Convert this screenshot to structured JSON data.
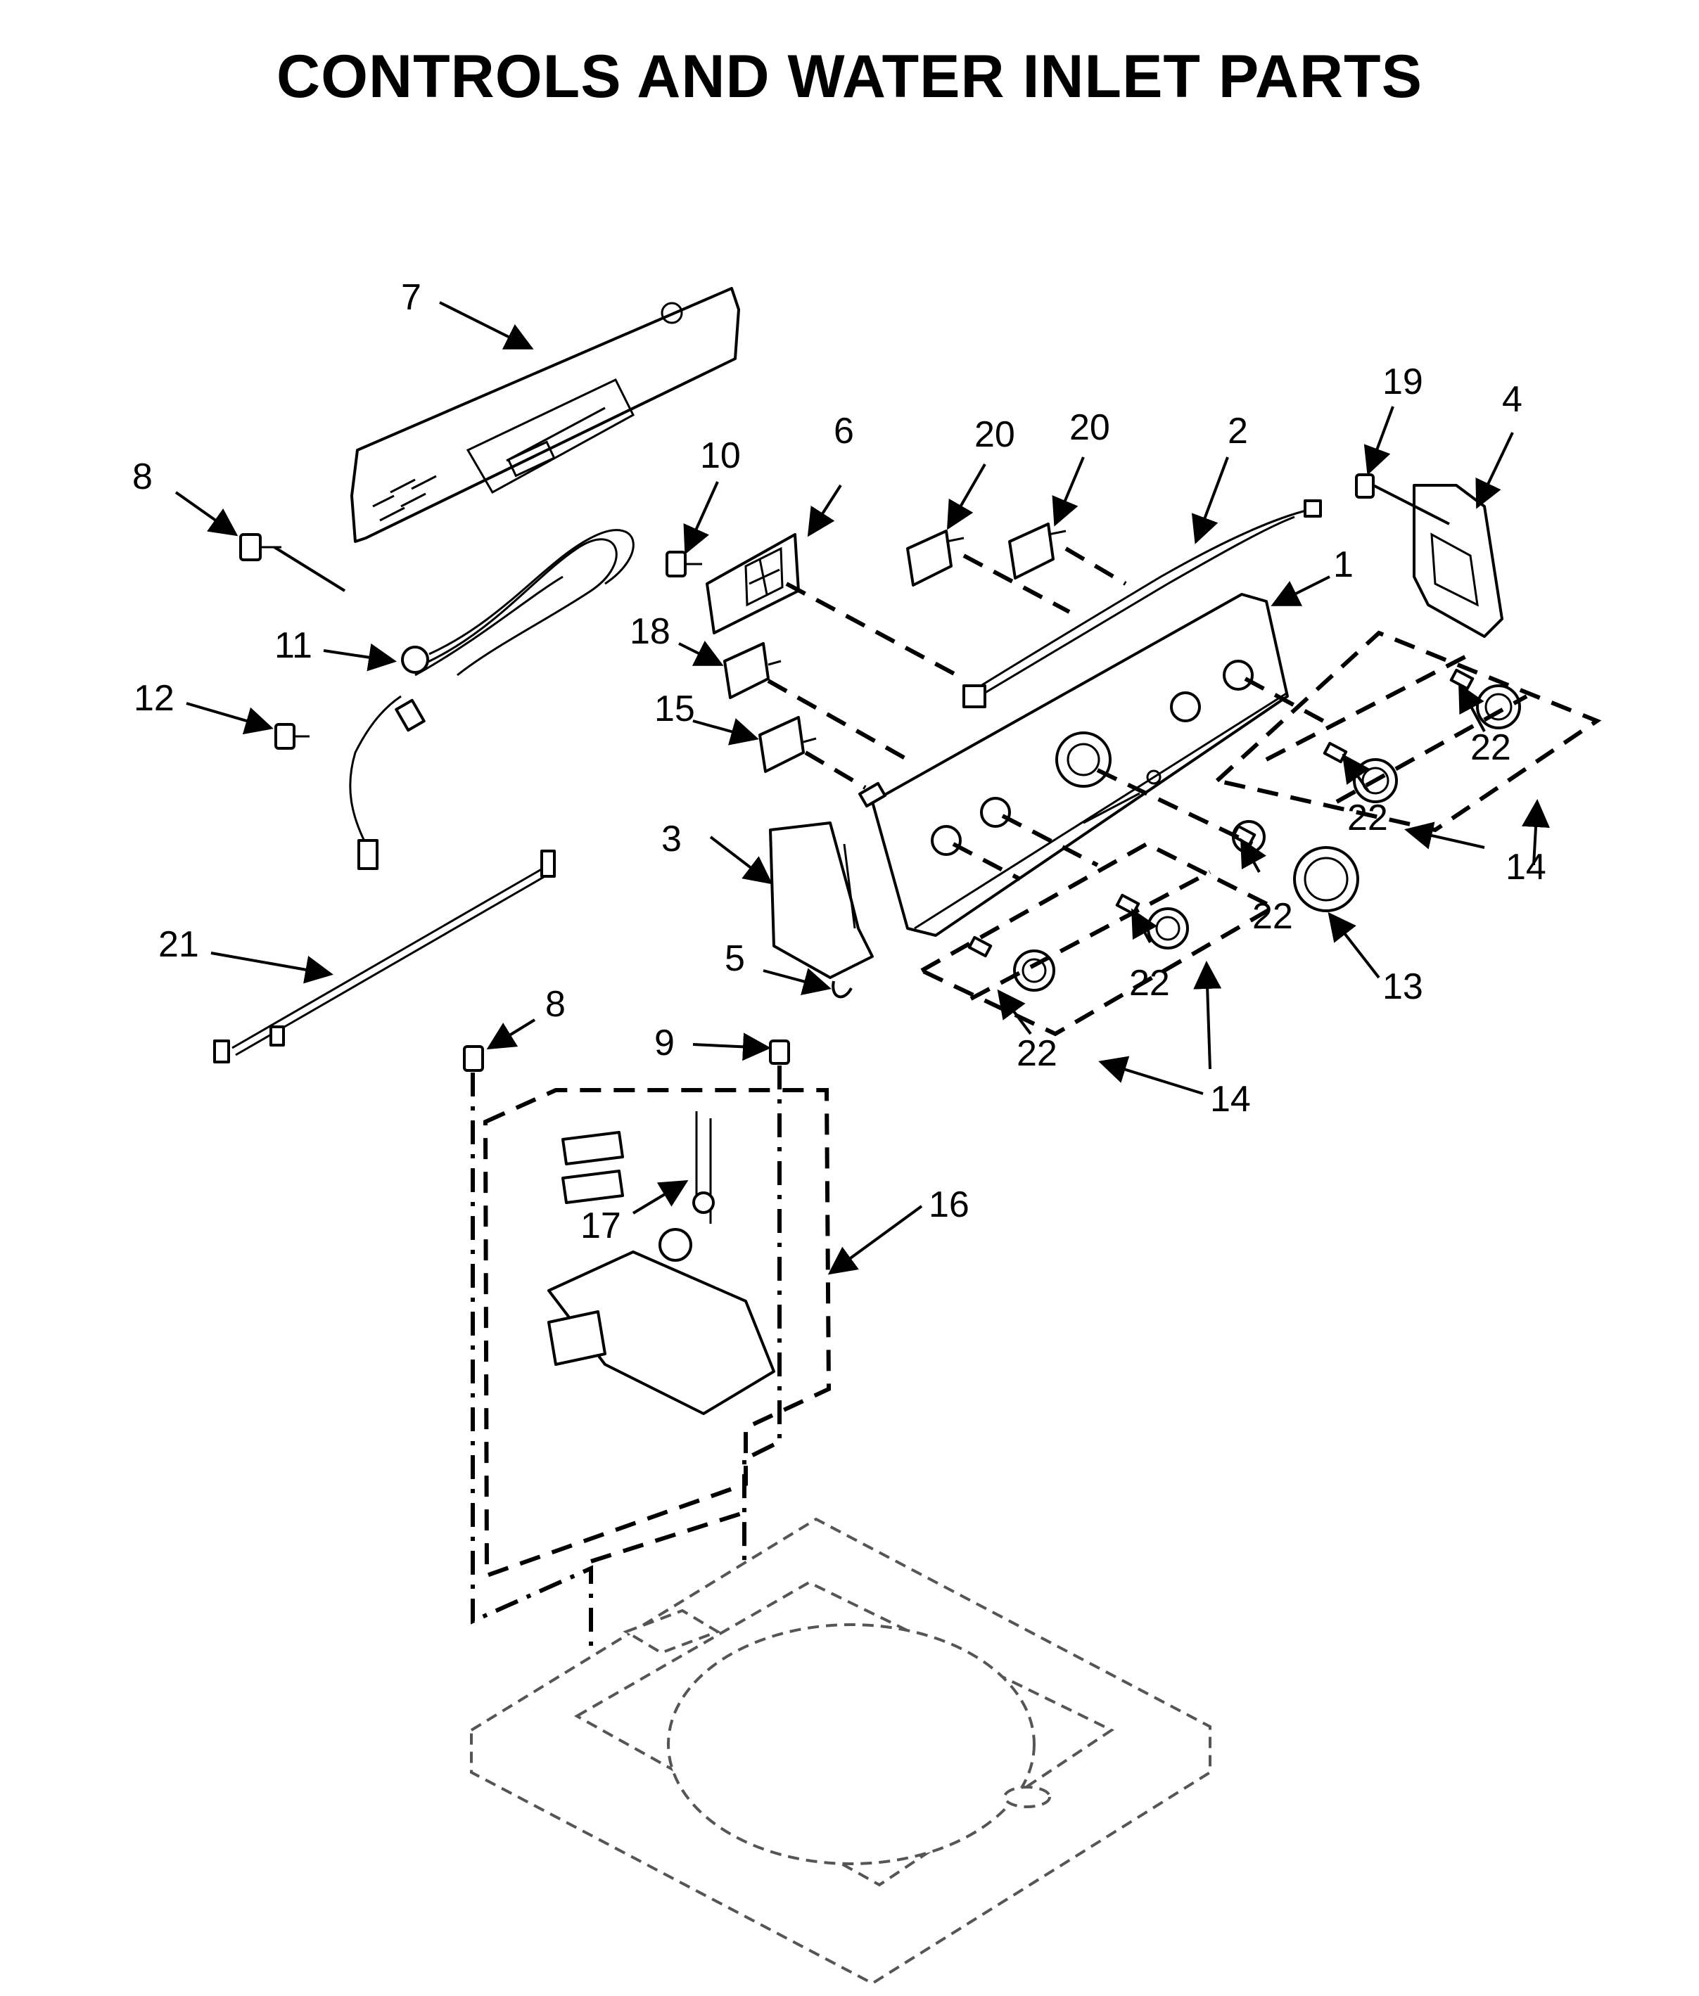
{
  "title": "CONTROLS AND WATER INLET PARTS",
  "callouts": {
    "c1": "1",
    "c2": "2",
    "c3": "3",
    "c4": "4",
    "c5": "5",
    "c6": "6",
    "c7": "7",
    "c8a": "8",
    "c8b": "8",
    "c9": "9",
    "c10": "10",
    "c11": "11",
    "c12": "12",
    "c13": "13",
    "c14a": "14",
    "c14b": "14",
    "c15": "15",
    "c16": "16",
    "c17": "17",
    "c18": "18",
    "c19": "19",
    "c20a": "20",
    "c20b": "20",
    "c21": "21",
    "c22a": "22",
    "c22b": "22",
    "c22c": "22",
    "c22d": "22",
    "c22e": "22"
  }
}
